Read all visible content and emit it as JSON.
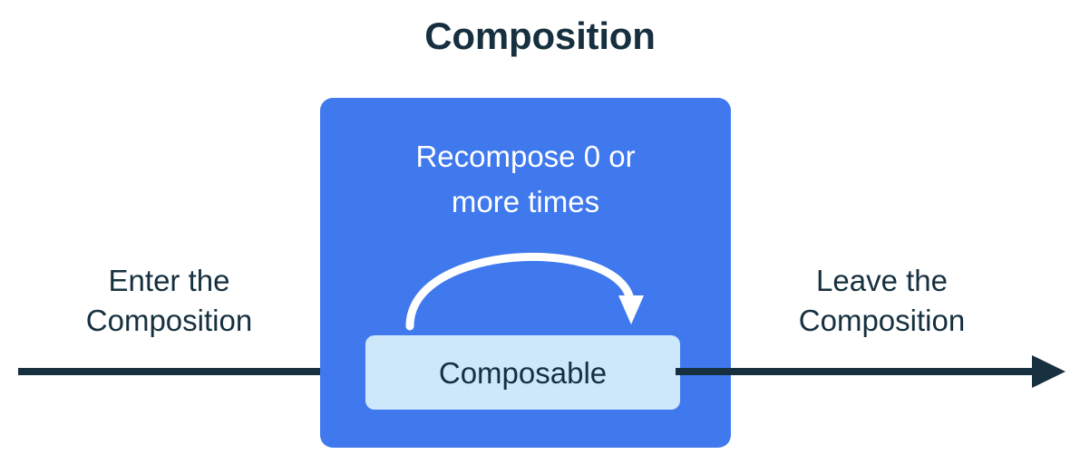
{
  "title": "Composition",
  "colors": {
    "background": "#ffffff",
    "text_dark": "#16303F",
    "composition_fill": "#4079ED",
    "composable_fill": "#CEE8FB",
    "arrow_dark": "#16303F",
    "arrow_white": "#ffffff"
  },
  "composition": {
    "recompose_label": "Recompose 0 or\nmore times",
    "node_label": "Composable"
  },
  "captions": {
    "enter": "Enter the\nComposition",
    "leave": "Leave the\nComposition"
  },
  "icons": {
    "recompose_arrow": "curved-loop-arrow-icon",
    "enter_arrow": "right-arrow-icon",
    "leave_arrow": "right-arrow-icon"
  }
}
